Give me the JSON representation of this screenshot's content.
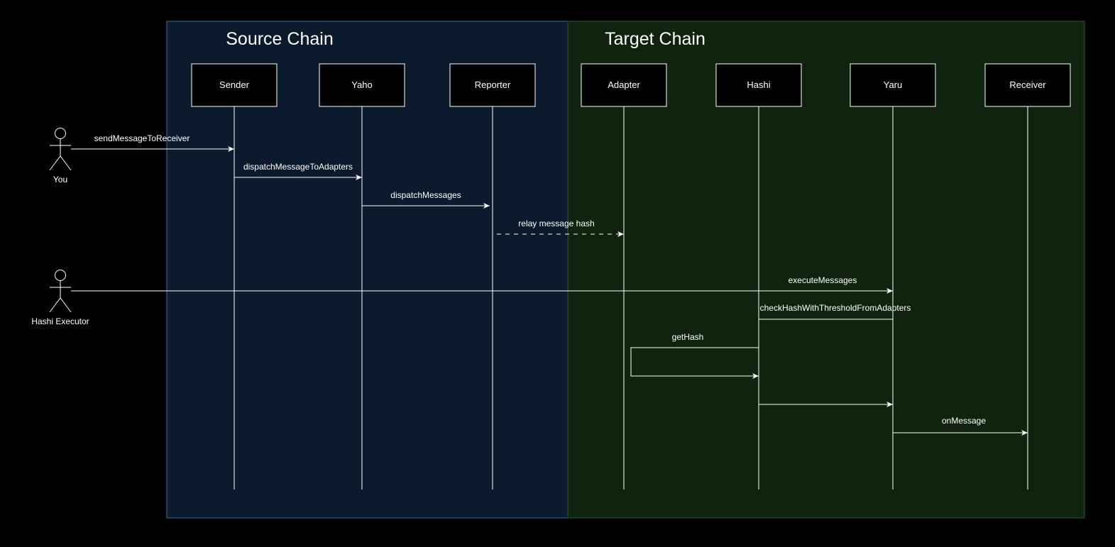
{
  "colors": {
    "background": "#000000",
    "source_fill": "#0c1a2d",
    "source_stroke": "#3a6ea0",
    "target_fill": "#10230f",
    "target_stroke": "#2d5a2a",
    "line": "#ffffff"
  },
  "zones": {
    "source": {
      "title": "Source Chain"
    },
    "target": {
      "title": "Target Chain"
    }
  },
  "participants": [
    {
      "id": "sender",
      "label": "Sender"
    },
    {
      "id": "yaho",
      "label": "Yaho"
    },
    {
      "id": "reporter",
      "label": "Reporter"
    },
    {
      "id": "adapter",
      "label": "Adapter"
    },
    {
      "id": "hashi",
      "label": "Hashi"
    },
    {
      "id": "yaru",
      "label": "Yaru"
    },
    {
      "id": "receiver",
      "label": "Receiver"
    }
  ],
  "actors": [
    {
      "id": "you",
      "label": "You"
    },
    {
      "id": "executor",
      "label": "Hashi Executor"
    }
  ],
  "messages": [
    {
      "id": "m1",
      "from": "you",
      "to": "sender",
      "label": "sendMessageToReceiver",
      "style": "solid"
    },
    {
      "id": "m2",
      "from": "sender",
      "to": "yaho",
      "label": "dispatchMessageToAdapters",
      "style": "solid"
    },
    {
      "id": "m3",
      "from": "yaho",
      "to": "reporter",
      "label": "dispatchMessages",
      "style": "solid"
    },
    {
      "id": "m4",
      "from": "reporter",
      "to": "adapter",
      "label": "relay message hash",
      "style": "dashed"
    },
    {
      "id": "m5",
      "from": "executor",
      "to": "yaru",
      "label": "executeMessages",
      "style": "solid"
    },
    {
      "id": "m6",
      "from": "yaru",
      "to": "hashi",
      "label": "checkHashWithThresholdFromAdapters",
      "style": "loop"
    },
    {
      "id": "m7",
      "from": "hashi",
      "to": "adapter",
      "label": "getHash",
      "style": "loop"
    },
    {
      "id": "m8",
      "from": "yaru",
      "to": "receiver",
      "label": "onMessage",
      "style": "solid"
    }
  ]
}
